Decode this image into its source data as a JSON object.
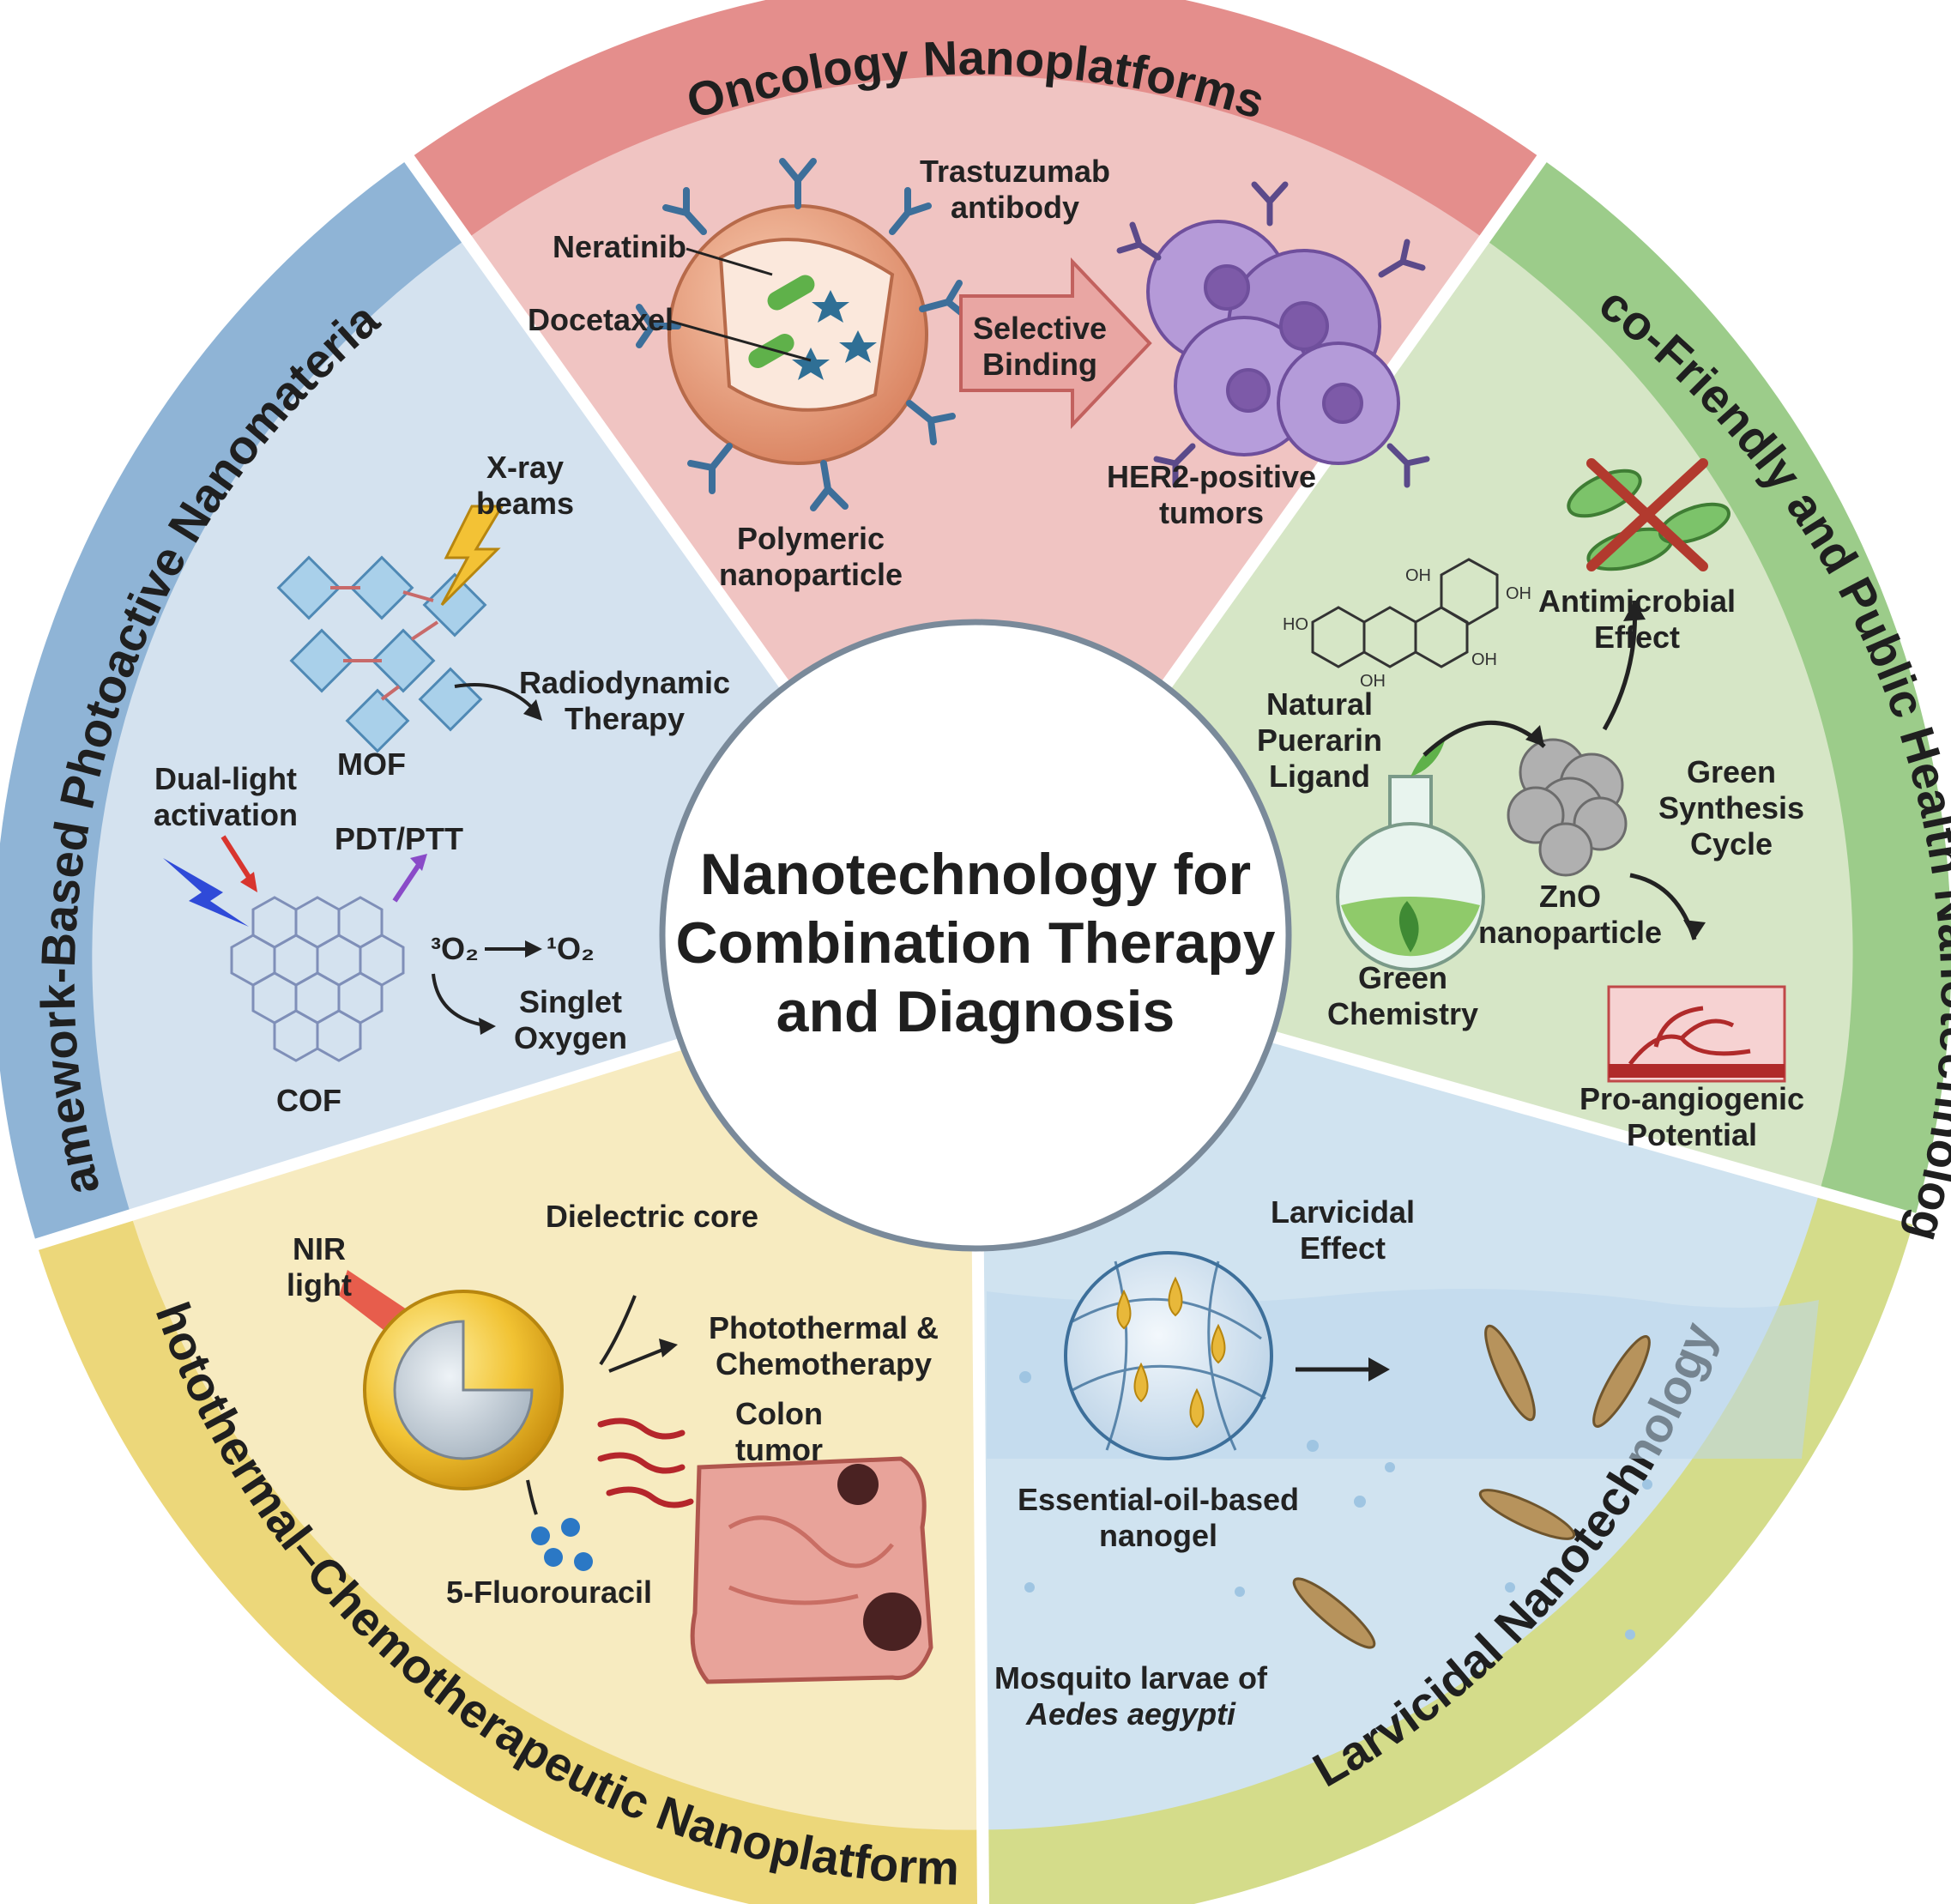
{
  "center": {
    "line1": "Nanotechnology for",
    "line2": "Combination Therapy",
    "line3": "and Diagnosis"
  },
  "colors": {
    "oncology": "#f0c4c2",
    "oncology_band": "#e48e8c",
    "eco": "#d6e6c6",
    "eco_band": "#9ccc8a",
    "larvicidal": "#d0e3f0",
    "larvicidal_band": "#d4dc8a",
    "photothermal": "#f7ebc0",
    "photothermal_band": "#ecd77a",
    "framework": "#d4e2ef",
    "framework_band": "#8fb4d6"
  },
  "oncology": {
    "title": "Oncology Nanoplatforms",
    "trastuzumab_1": "Trastuzumab",
    "trastuzumab_2": "antibody",
    "neratinib": "Neratinib",
    "docetaxel": "Docetaxel",
    "selective_1": "Selective",
    "selective_2": "Binding",
    "polymeric_1": "Polymeric",
    "polymeric_2": "nanoparticle",
    "her2_1": "HER2-positive",
    "her2_2": "tumors"
  },
  "eco": {
    "title": "Eco-Friendly and Public Health Nanotechnology",
    "antimicrobial_1": "Antimicrobial",
    "antimicrobial_2": "Effect",
    "natural_1": "Natural",
    "natural_2": "Puerarin",
    "natural_3": "Ligand",
    "green_syn_1": "Green",
    "green_syn_2": "Synthesis",
    "green_syn_3": "Cycle",
    "zno_1": "ZnO",
    "zno_2": "nanoparticle",
    "green_chem_1": "Green",
    "green_chem_2": "Chemistry",
    "proang_1": "Pro-angiogenic",
    "proang_2": "Potential",
    "oh": "OH",
    "ho": "HO"
  },
  "larvicidal": {
    "title": "Larvicidal Nanotechnology",
    "effect_1": "Larvicidal",
    "effect_2": "Effect",
    "nanogel_1": "Essential-oil-based",
    "nanogel_2": "nanogel",
    "mosquito_1": "Mosquito larvae of",
    "mosquito_2": "Aedes aegypti"
  },
  "photothermal": {
    "title": "Photothermal–Chemotherapeutic Nanoplatform",
    "nir_1": "NIR",
    "nir_2": "light",
    "dielectric": "Dielectric core",
    "ptc_1": "Photothermal &",
    "ptc_2": "Chemotherapy",
    "colon_1": "Colon",
    "colon_2": "tumor",
    "fu": "5-Fluorouracil"
  },
  "framework": {
    "title": "Framework-Based Photoactive Nanomaterials",
    "xray_1": "X-ray",
    "xray_2": "beams",
    "rdt_1": "Radiodynamic",
    "rdt_2": "Therapy",
    "mof": "MOF",
    "dual_1": "Dual-light",
    "dual_2": "activation",
    "pdt": "PDT/PTT",
    "o2_triplet": "³O₂",
    "o2_singlet": "¹O₂",
    "singlet_1": "Singlet",
    "singlet_2": "Oxygen",
    "cof": "COF"
  }
}
